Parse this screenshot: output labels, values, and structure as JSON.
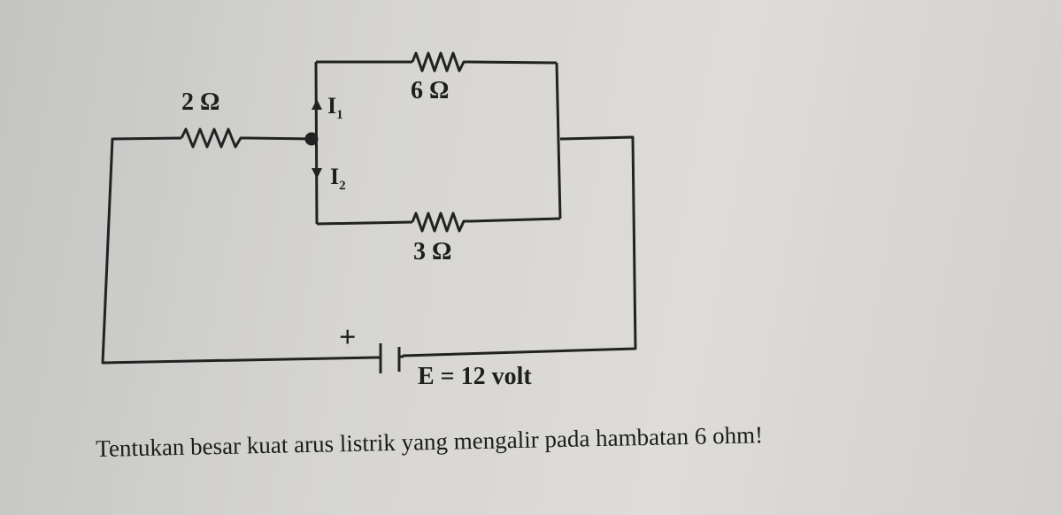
{
  "circuit": {
    "resistors": [
      {
        "id": "R1",
        "label": "2 Ω"
      },
      {
        "id": "R2",
        "label": "6 Ω"
      },
      {
        "id": "R3",
        "label": "3 Ω"
      }
    ],
    "currents": {
      "i1": "I",
      "i1_sub": "1",
      "i2": "I",
      "i2_sub": "2"
    },
    "battery": {
      "polarity": "+",
      "label": "E = 12 volt"
    }
  },
  "question": "Tentukan besar kuat arus listrik yang mengalir pada hambatan 6 ohm!",
  "colors": {
    "ink": "#1e1e1e",
    "paper": "#d8d7d3"
  }
}
